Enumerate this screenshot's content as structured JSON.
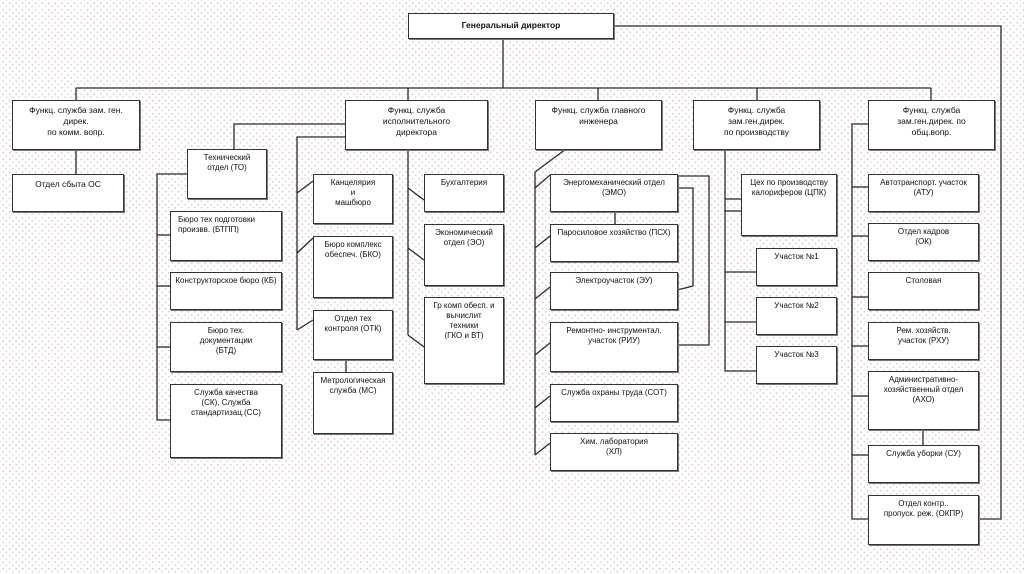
{
  "diagram": {
    "type": "org-chart",
    "root": {
      "id": "gd",
      "label": "Генеральный директор"
    },
    "level1": [
      {
        "id": "komm",
        "label": "Функц. служба зам. ген.\nдирек.\nпо комм. вопр."
      },
      {
        "id": "isp",
        "label": "Функц. служба\nисполнительного\nдиректора"
      },
      {
        "id": "glinzh",
        "label": "Функц.  служба главного\nинженера"
      },
      {
        "id": "proizv",
        "label": "Функц.  служба\nзам.ген.дирек.\nпо производству"
      },
      {
        "id": "obsh",
        "label": "Функц. служба\nзам.ген.дирек. по\nобщ.вопр."
      }
    ],
    "nodes": {
      "sbyt": "Отдел сбыта ОС",
      "to": "Технический\nотдел (ТО)",
      "btpp": "Бюро тех подготовки\nпроизвв. (БТПП)",
      "kb": "Конструкторское бюро (КБ)",
      "btd": "Бюро тех.\nдокументации\n(БТД)",
      "sk": "Служба качества\n(СК), Служба\nстандартизац.(СС)",
      "kanc": "Канцелярия\nи\nмашбюро",
      "bko": "Бюро комплекс\nобеспеч. (БКО)",
      "otk": "Отдел тех\nконтроля (ОТК)",
      "ms": "Метрологическая\nслужба (МС)",
      "buh": "Бухгалтерия",
      "eo": "Экономический\nотдел (ЭО)",
      "gko": "Гр комп обесп. и\nвычислит\nтехники\n(ГКО и ВТ)",
      "emo": "Энергомеханический отдел\n(ЭМО)",
      "psh": "Паросиловое хозяйство (ПСХ)",
      "eu": "Электроучасток (ЭУ)",
      "riu": "Ремонтно- инструментал.\nучасток (РИУ)",
      "sot": "Служба охраны труда (СОТ)",
      "hl": "Хим. лаборатория\n(ХЛ)",
      "cpk": "Цех по производству\nкалориферов (ЦПК)",
      "u1": "Участок №1",
      "u2": "Участок №2",
      "u3": "Участок №3",
      "atu": "Автотранспорт. участок\n(АТУ)",
      "ok": "Отдел кадров\n(ОК)",
      "stol": "Столовая",
      "rhu": "Рем. хозяйств.\nучасток (РХУ)",
      "aho": "Административно-\nхозяйственный отдел\n(АХО)",
      "su": "Служба уборки (СУ)",
      "okpr": "Отдел контр..\nпропуск. реж. (ОКПР)"
    }
  }
}
